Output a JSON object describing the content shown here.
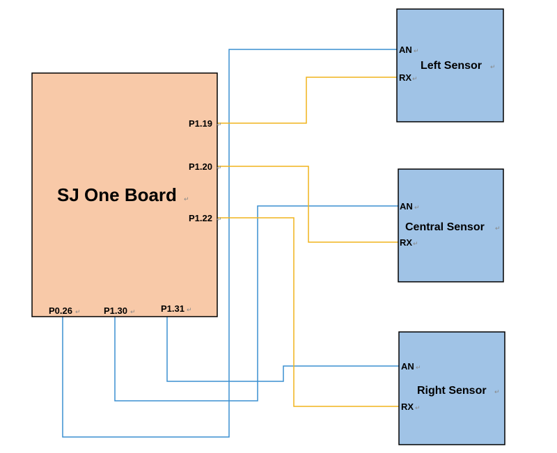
{
  "colors": {
    "board_fill": "#f8c9a8",
    "sensor_fill": "#a0c3e6",
    "an_wire": "#3a8fd0",
    "rx_wire": "#f0b31c",
    "outline": "#000000"
  },
  "board": {
    "title": "SJ One Board",
    "side_pins": [
      "P1.19",
      "P1.20",
      "P1.22"
    ],
    "bottom_pins": [
      "P0.26",
      "P1.30",
      "P1.31"
    ]
  },
  "sensors": [
    {
      "name": "Left Sensor",
      "an_label": "AN",
      "rx_label": "RX"
    },
    {
      "name": "Central Sensor",
      "an_label": "AN",
      "rx_label": "RX"
    },
    {
      "name": "Right Sensor",
      "an_label": "AN",
      "rx_label": "RX"
    }
  ],
  "connections": [
    {
      "from": "P1.19",
      "to": "Left Sensor RX",
      "signal": "rx"
    },
    {
      "from": "P1.20",
      "to": "Central Sensor RX",
      "signal": "rx"
    },
    {
      "from": "P1.22",
      "to": "Right Sensor RX",
      "signal": "rx"
    },
    {
      "from": "P0.26",
      "to": "Left Sensor AN",
      "signal": "an"
    },
    {
      "from": "P1.30",
      "to": "Central Sensor AN",
      "signal": "an"
    },
    {
      "from": "P1.31",
      "to": "Right Sensor AN",
      "signal": "an"
    }
  ]
}
